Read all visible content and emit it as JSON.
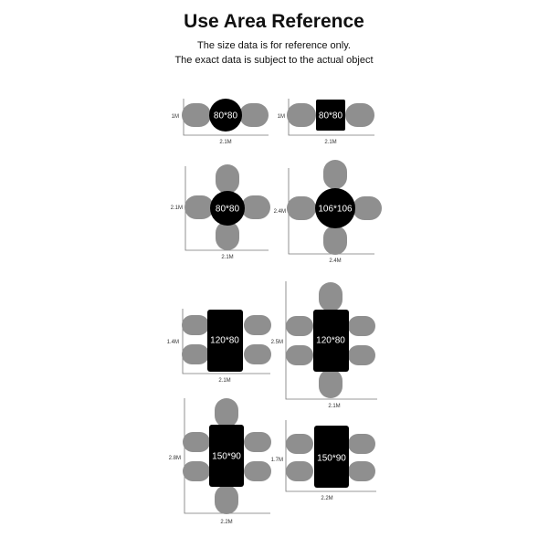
{
  "header": {
    "title": "Use Area Reference",
    "note_line1": "The size data is for reference only.",
    "note_line2": "The exact data is subject to the actual object"
  },
  "colors": {
    "table": "#000000",
    "chair": "#8f8f8f",
    "axis": "#777777",
    "background": "#ffffff"
  },
  "layouts": [
    {
      "table_label": "80*80",
      "table_shape": "round",
      "chairs": 2,
      "height_label": "1M",
      "width_label": "2.1M"
    },
    {
      "table_label": "80*80",
      "table_shape": "square",
      "chairs": 2,
      "height_label": "1M",
      "width_label": "2.1M"
    },
    {
      "table_label": "80*80",
      "table_shape": "round",
      "chairs": 4,
      "height_label": "2.1M",
      "width_label": "2.1M"
    },
    {
      "table_label": "106*106",
      "table_shape": "round",
      "chairs": 4,
      "height_label": "2.4M",
      "width_label": "2.4M"
    },
    {
      "table_label": "120*80",
      "table_shape": "rectangular",
      "chairs": 4,
      "height_label": "1.4M",
      "width_label": "2.1M"
    },
    {
      "table_label": "120*80",
      "table_shape": "rectangular",
      "chairs": 6,
      "height_label": "2.5M",
      "width_label": "2.1M"
    },
    {
      "table_label": "150*90",
      "table_shape": "rectangular",
      "chairs": 6,
      "height_label": "2.8M",
      "width_label": "2.2M"
    },
    {
      "table_label": "150*90",
      "table_shape": "rectangular",
      "chairs": 4,
      "height_label": "1.7M",
      "width_label": "2.2M"
    }
  ]
}
